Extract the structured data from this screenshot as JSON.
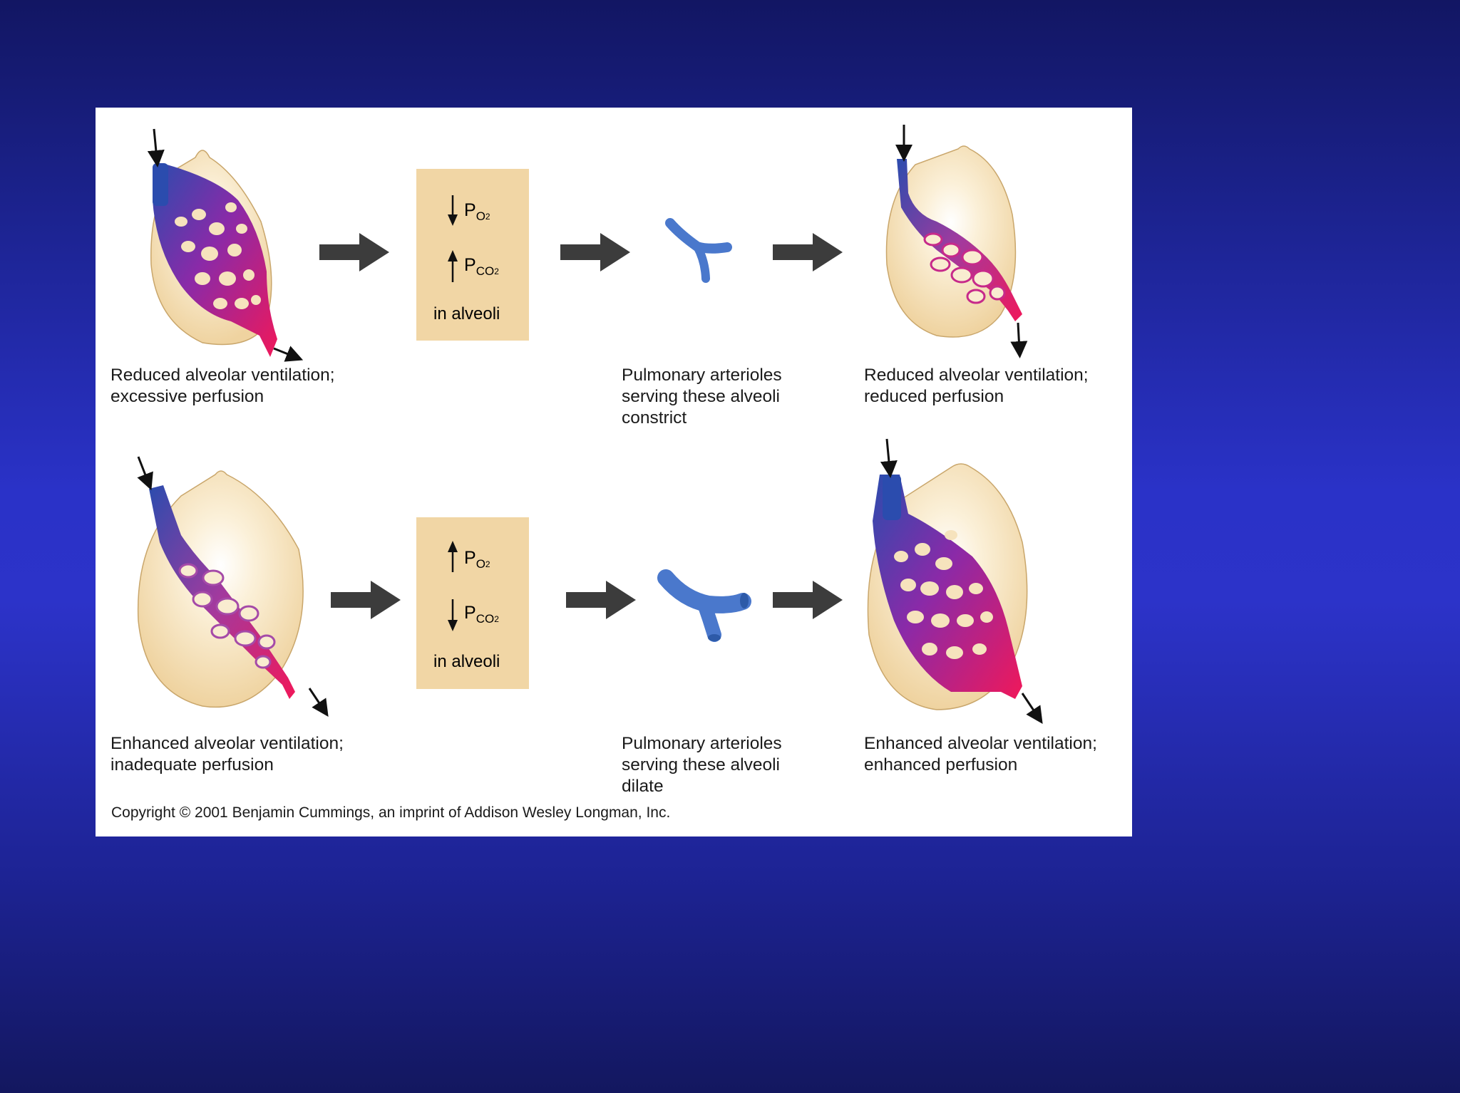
{
  "figure": {
    "top_row": {
      "left_caption": [
        "Reduced alveolar ventilation;",
        "excessive perfusion"
      ],
      "box": {
        "po2": {
          "direction": "down",
          "symbol": "P",
          "sub": "O",
          "sub2": "2"
        },
        "pco2": {
          "direction": "up",
          "symbol": "P",
          "sub": "CO",
          "sub2": "2"
        },
        "location": "in alveoli"
      },
      "arteriole_caption": [
        "Pulmonary arterioles",
        "serving these alveoli",
        "constrict"
      ],
      "right_caption": [
        "Reduced alveolar ventilation;",
        "reduced perfusion"
      ]
    },
    "bottom_row": {
      "left_caption": [
        "Enhanced alveolar ventilation;",
        "inadequate perfusion"
      ],
      "box": {
        "po2": {
          "direction": "up",
          "symbol": "P",
          "sub": "O",
          "sub2": "2"
        },
        "pco2": {
          "direction": "down",
          "symbol": "P",
          "sub": "CO",
          "sub2": "2"
        },
        "location": "in alveoli"
      },
      "arteriole_caption": [
        "Pulmonary arterioles",
        "serving these alveoli",
        "dilate"
      ],
      "right_caption": [
        "Enhanced alveolar ventilation;",
        "enhanced perfusion"
      ]
    },
    "copyright": "Copyright © 2001 Benjamin Cummings, an imprint of Addison Wesley Longman, Inc.",
    "colors": {
      "alveolus": "#f2d9a8",
      "box": "#f1d6a5",
      "arrow": "#3c3c3c",
      "vessel_blue": "#2f4fb0",
      "vessel_red": "#e3185a",
      "arteriole": "#4a78cc"
    }
  }
}
